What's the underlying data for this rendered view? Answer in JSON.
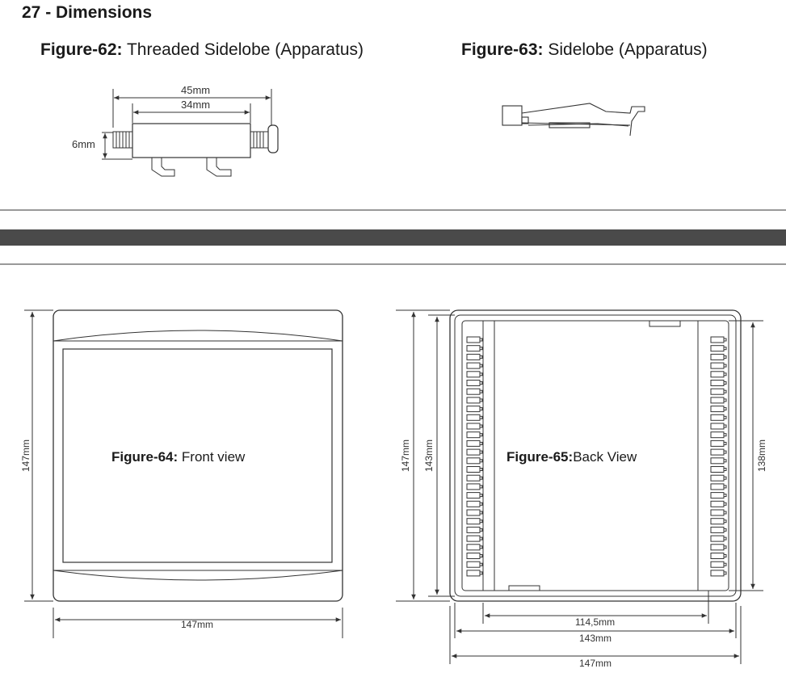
{
  "section": {
    "title": "27 - Dimensions"
  },
  "fig62": {
    "label": "Figure-62:",
    "caption": " Threaded Sidelobe (Apparatus)",
    "dim_overall": "45mm",
    "dim_body": "34mm",
    "dim_height": "6mm"
  },
  "fig63": {
    "label": "Figure-63:",
    "caption": " Sidelobe (Apparatus)"
  },
  "fig64": {
    "label": "Figure-64:",
    "caption": " Front view",
    "dim_height": "147mm",
    "dim_width": "147mm"
  },
  "fig65": {
    "label": "Figure-65:",
    "caption": "Back View",
    "dim_outer_height": "147mm",
    "dim_inner_height": "143mm",
    "dim_cutout_height": "138mm",
    "dim_module_width": "114,5mm",
    "dim_inner_width": "143mm",
    "dim_outer_width": "147mm"
  },
  "colors": {
    "line": "#333333",
    "band": "#4a4a4a",
    "text": "#1a1a1a"
  }
}
